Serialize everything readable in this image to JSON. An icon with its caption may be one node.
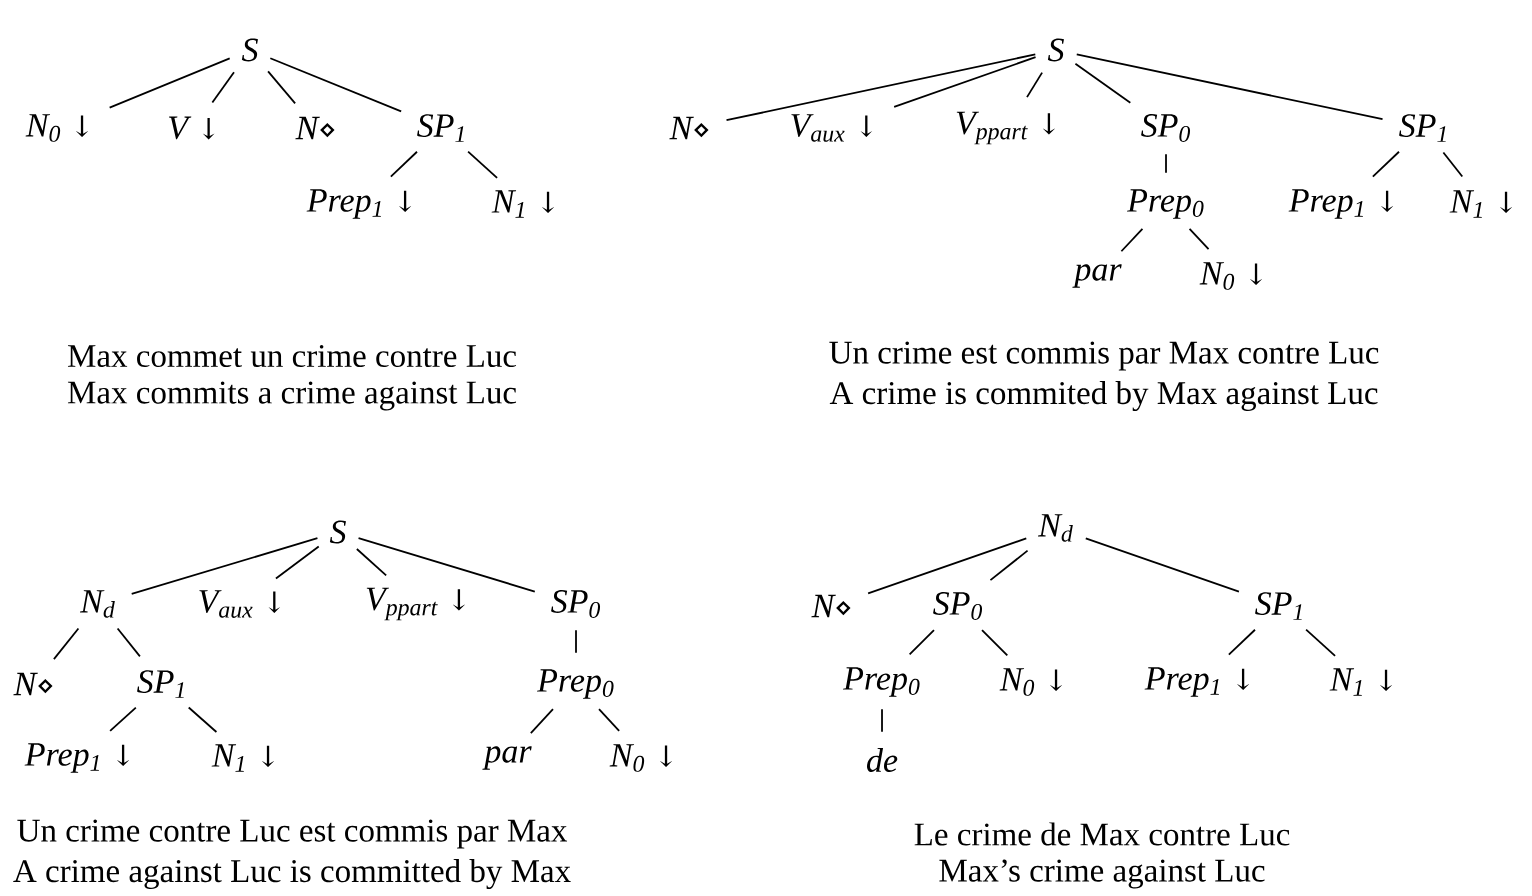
{
  "diagram": {
    "nodes": [
      {
        "text": [
          "S"
        ]
      },
      {
        "text": [
          "N$_{0}$ ↓"
        ]
      },
      {
        "text": [
          "V ↓"
        ]
      },
      {
        "text": [
          "N⋄"
        ]
      },
      {
        "text": [
          "SP$_{1}$"
        ]
      },
      {
        "text": [
          "Prep$_{1}$ ↓"
        ]
      },
      {
        "text": [
          "N$_{1}$ ↓"
        ]
      },
      {
        "text": [
          "S"
        ]
      },
      {
        "text": [
          "N⋄"
        ]
      },
      {
        "text": [
          "V$_{aux}$ ↓"
        ]
      },
      {
        "text": [
          "V$_{ppart}$ ↓"
        ]
      },
      {
        "text": [
          "SP$_{0}$"
        ]
      },
      {
        "text": [
          "SP$_{1}$"
        ]
      },
      {
        "text": [
          "Prep$_{0}$"
        ]
      },
      {
        "text": [
          "Prep$_{1}$ ↓"
        ]
      },
      {
        "text": [
          "N$_{1}$ ↓"
        ]
      },
      {
        "text": [
          "par"
        ]
      },
      {
        "text": [
          "N$_{0}$ ↓"
        ]
      },
      {
        "text": [
          "S"
        ]
      },
      {
        "text": [
          "N$_{d}$"
        ]
      },
      {
        "text": [
          "V$_{aux}$ ↓"
        ]
      },
      {
        "text": [
          "V$_{ppart}$ ↓"
        ]
      },
      {
        "text": [
          "SP$_{0}$"
        ]
      },
      {
        "text": [
          "N⋄"
        ]
      },
      {
        "text": [
          "SP$_{1}$"
        ]
      },
      {
        "text": [
          "Prep$_{0}$"
        ]
      },
      {
        "text": [
          "Prep$_{1}$ ↓"
        ]
      },
      {
        "text": [
          "N$_{1}$ ↓"
        ]
      },
      {
        "text": [
          "par"
        ]
      },
      {
        "text": [
          "N$_{0}$ ↓"
        ]
      },
      {
        "text": [
          "N$_{d}$"
        ]
      },
      {
        "text": [
          "N⋄"
        ]
      },
      {
        "text": [
          "SP$_{0}$"
        ]
      },
      {
        "text": [
          "SP$_{1}$"
        ]
      },
      {
        "text": [
          "Prep$_{0}$"
        ]
      },
      {
        "text": [
          "N$_{0}$ ↓"
        ]
      },
      {
        "text": [
          "Prep$_{1}$ ↓"
        ]
      },
      {
        "text": [
          "N$_{1}$ ↓"
        ]
      },
      {
        "text": [
          "de"
        ]
      }
    ],
    "edges": [
      {
        "from": 0,
        "to": 1,
        "arrow": "none"
      },
      {
        "from": 0,
        "to": 2,
        "arrow": "none"
      },
      {
        "from": 0,
        "to": 3,
        "arrow": "none"
      },
      {
        "from": 0,
        "to": 4,
        "arrow": "none"
      },
      {
        "from": 4,
        "to": 5,
        "arrow": "none"
      },
      {
        "from": 4,
        "to": 6,
        "arrow": "none"
      },
      {
        "from": 7,
        "to": 8,
        "arrow": "none"
      },
      {
        "from": 7,
        "to": 9,
        "arrow": "none"
      },
      {
        "from": 7,
        "to": 10,
        "arrow": "none"
      },
      {
        "from": 7,
        "to": 11,
        "arrow": "none"
      },
      {
        "from": 7,
        "to": 12,
        "arrow": "none"
      },
      {
        "from": 11,
        "to": 13,
        "arrow": "none"
      },
      {
        "from": 12,
        "to": 14,
        "arrow": "none"
      },
      {
        "from": 12,
        "to": 15,
        "arrow": "none"
      },
      {
        "from": 13,
        "to": 16,
        "arrow": "none"
      },
      {
        "from": 13,
        "to": 17,
        "arrow": "none"
      },
      {
        "from": 18,
        "to": 19,
        "arrow": "none"
      },
      {
        "from": 18,
        "to": 20,
        "arrow": "none"
      },
      {
        "from": 18,
        "to": 21,
        "arrow": "none"
      },
      {
        "from": 18,
        "to": 22,
        "arrow": "none"
      },
      {
        "from": 19,
        "to": 23,
        "arrow": "none"
      },
      {
        "from": 19,
        "to": 24,
        "arrow": "none"
      },
      {
        "from": 24,
        "to": 26,
        "arrow": "none"
      },
      {
        "from": 24,
        "to": 27,
        "arrow": "none"
      },
      {
        "from": 22,
        "to": 25,
        "arrow": "none"
      },
      {
        "from": 25,
        "to": 28,
        "arrow": "none"
      },
      {
        "from": 25,
        "to": 29,
        "arrow": "none"
      },
      {
        "from": 30,
        "to": 31,
        "arrow": "none"
      },
      {
        "from": 30,
        "to": 32,
        "arrow": "none"
      },
      {
        "from": 30,
        "to": 33,
        "arrow": "none"
      },
      {
        "from": 32,
        "to": 34,
        "arrow": "none"
      },
      {
        "from": 32,
        "to": 35,
        "arrow": "none"
      },
      {
        "from": 34,
        "to": 38,
        "arrow": "none"
      },
      {
        "from": 33,
        "to": 36,
        "arrow": "none"
      },
      {
        "from": 33,
        "to": 37,
        "arrow": "none"
      }
    ],
    "labels": [
      "Max commet un crime contre Luc",
      "Max commits a crime against Luc",
      "Un crime est commis par Max contre Luc",
      "A crime is commited by Max against Luc",
      "Un crime contre Luc est commis par Max",
      "A crime against Luc is committed by Max",
      "Le crime de Max contre Luc",
      "Max’s crime against Luc"
    ]
  }
}
